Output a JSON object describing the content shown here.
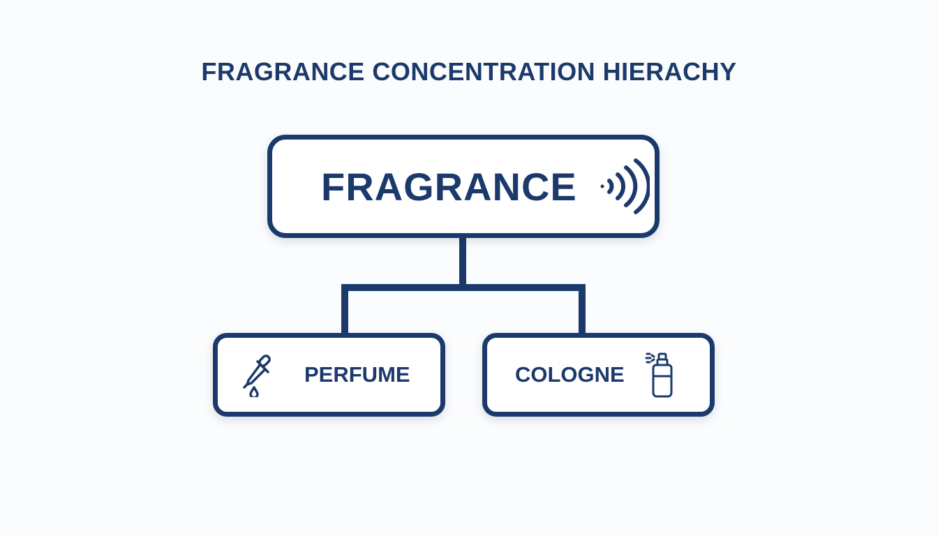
{
  "colors": {
    "primary": "#1b3a6b",
    "background": "#fbfcfd",
    "box_fill": "#ffffff"
  },
  "title": "FRAGRANCE CONCENTRATION HIERACHY",
  "root": {
    "label": "FRAGRANCE",
    "icon": "scent-waves-icon"
  },
  "children": [
    {
      "label": "PERFUME",
      "icon": "dropper-icon"
    },
    {
      "label": "COLOGNE",
      "icon": "spray-bottle-icon"
    }
  ]
}
